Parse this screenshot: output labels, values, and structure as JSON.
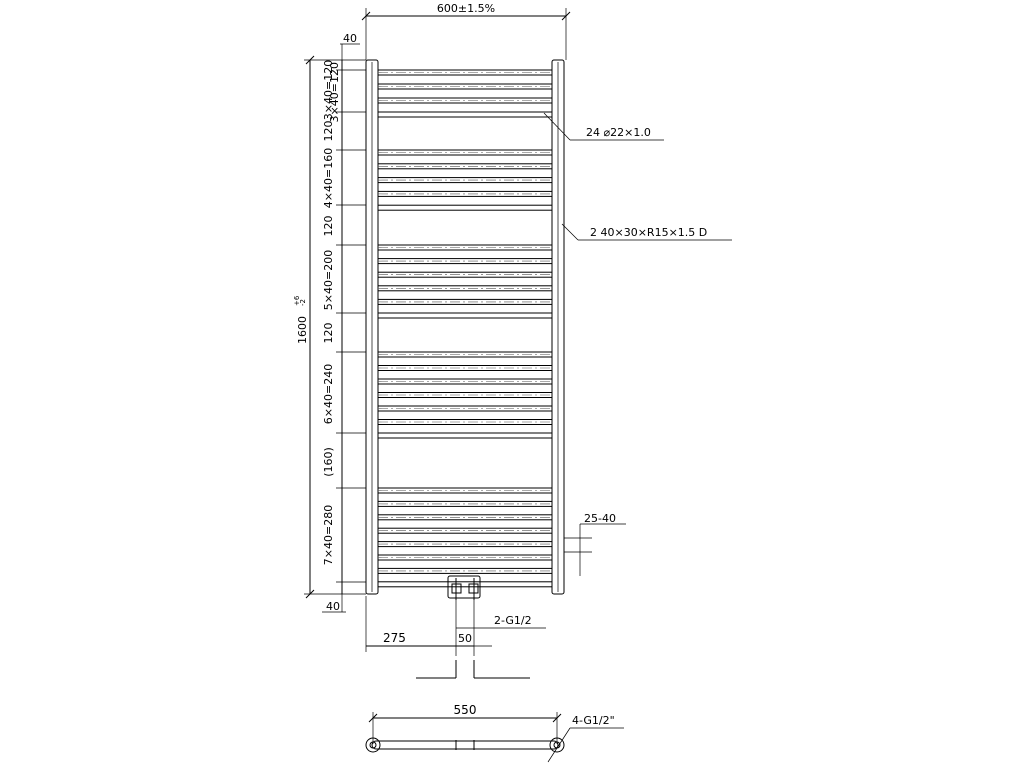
{
  "drawing": {
    "overall_width": "600±1.5%",
    "height_main": "1600",
    "height_tol_plus": "+6",
    "height_tol_minus": "-2",
    "top_offset": "40",
    "bottom_offset": "40",
    "group1": "3×40=120",
    "gap1": "120",
    "group2": "4×40=160",
    "gap2": "120",
    "group3": "5×40=200",
    "gap3": "120",
    "group4": "6×40=240",
    "gap4": "(160)",
    "group5": "7×40=280",
    "tubes_callout": "24 ⌀22×1.0",
    "collectors_callout": "2  40×30×R15×1.5  D",
    "side_offset": "25-40",
    "connection_label": "2-G1/2",
    "left_dim": "275",
    "center_dim": "50",
    "plan_width": "550",
    "plan_thread": "4-G1/2\""
  },
  "colors": {
    "line": "#000000",
    "background": "#ffffff"
  }
}
